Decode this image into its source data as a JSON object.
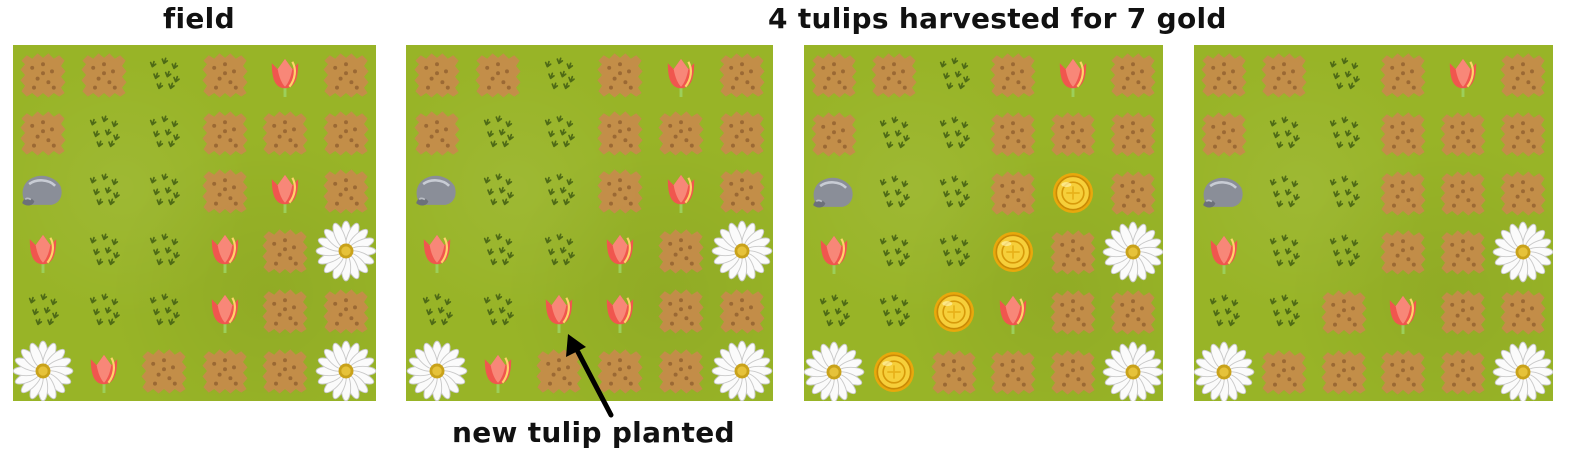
{
  "captions": {
    "field": "field",
    "harvest": "4 tulips harvested for 7 gold",
    "planted": "new tulip planted"
  },
  "colors": {
    "grass": "#98b427",
    "soil": "#c88a4c",
    "tulip": "#f0564e",
    "gold": "#e8a80c"
  },
  "tile_legend": {
    "S": "soil-patch",
    "G": "grass-tuft",
    "T": "tulip",
    "D": "daisy",
    "R": "rock",
    "C": "gold-coin"
  },
  "boards": [
    {
      "id": "board-field",
      "rows": [
        [
          "S",
          "S",
          "G",
          "S",
          "T",
          "S"
        ],
        [
          "S",
          "G",
          "G",
          "S",
          "S",
          "S"
        ],
        [
          "R",
          "G",
          "G",
          "S",
          "T",
          "S"
        ],
        [
          "T",
          "G",
          "G",
          "T",
          "S",
          "D"
        ],
        [
          "G",
          "G",
          "G",
          "T",
          "S",
          "S"
        ],
        [
          "D",
          "T",
          "S",
          "S",
          "S",
          "D"
        ]
      ]
    },
    {
      "id": "board-planted",
      "rows": [
        [
          "S",
          "S",
          "G",
          "S",
          "T",
          "S"
        ],
        [
          "S",
          "G",
          "G",
          "S",
          "S",
          "S"
        ],
        [
          "R",
          "G",
          "G",
          "S",
          "T",
          "S"
        ],
        [
          "T",
          "G",
          "G",
          "T",
          "S",
          "D"
        ],
        [
          "G",
          "G",
          "T",
          "T",
          "S",
          "S"
        ],
        [
          "D",
          "T",
          "S",
          "S",
          "S",
          "D"
        ]
      ]
    },
    {
      "id": "board-harvested",
      "rows": [
        [
          "S",
          "S",
          "G",
          "S",
          "T",
          "S"
        ],
        [
          "S",
          "G",
          "G",
          "S",
          "S",
          "S"
        ],
        [
          "R",
          "G",
          "G",
          "S",
          "C",
          "S"
        ],
        [
          "T",
          "G",
          "G",
          "C",
          "S",
          "D"
        ],
        [
          "G",
          "G",
          "C",
          "T",
          "S",
          "S"
        ],
        [
          "D",
          "C",
          "S",
          "S",
          "S",
          "D"
        ]
      ]
    },
    {
      "id": "board-after",
      "rows": [
        [
          "S",
          "S",
          "G",
          "S",
          "T",
          "S"
        ],
        [
          "S",
          "G",
          "G",
          "S",
          "S",
          "S"
        ],
        [
          "R",
          "G",
          "G",
          "S",
          "S",
          "S"
        ],
        [
          "T",
          "G",
          "G",
          "S",
          "S",
          "D"
        ],
        [
          "G",
          "G",
          "S",
          "T",
          "S",
          "S"
        ],
        [
          "D",
          "S",
          "S",
          "S",
          "S",
          "D"
        ]
      ]
    }
  ]
}
